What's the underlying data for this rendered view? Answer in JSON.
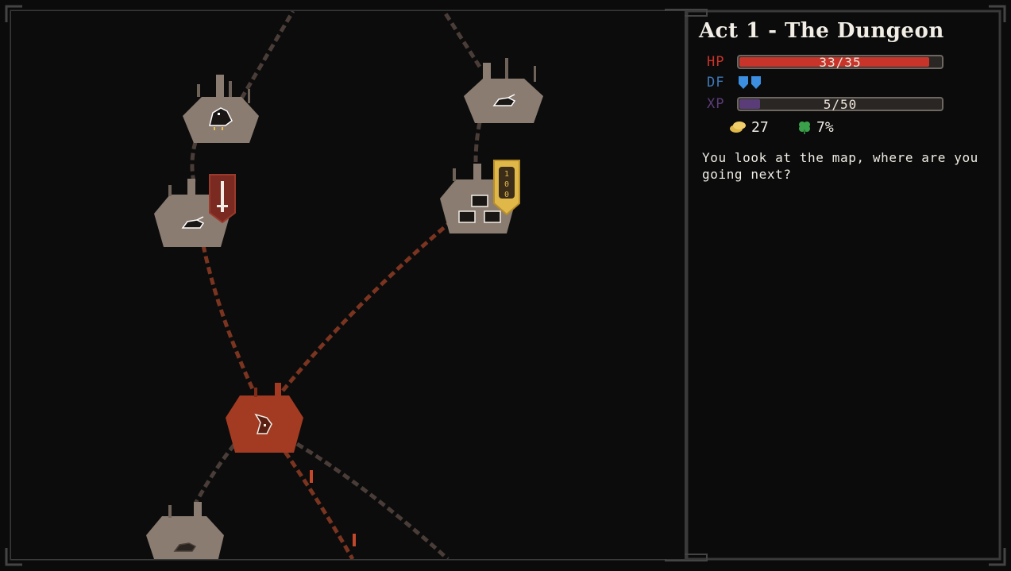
{
  "panel": {
    "title": "Act 1 - The Dungeon",
    "hp": {
      "label": "HP",
      "value": 33,
      "max": 35,
      "text": "33/35",
      "color": "#c9342a",
      "label_color": "#c9342a"
    },
    "df": {
      "label": "DF",
      "shields": 2,
      "color": "#3c8ee0",
      "label_color": "#3f78b8"
    },
    "xp": {
      "label": "XP",
      "value": 5,
      "max": 50,
      "text": "5/50",
      "color": "#5a3d78",
      "label_color": "#5a3d78"
    },
    "gold": {
      "icon": "coin-stack-icon",
      "value": "27"
    },
    "luck": {
      "icon": "clover-icon",
      "value": "7%"
    },
    "message": "You look at the map, where are you going next?"
  },
  "map": {
    "nodes": [
      {
        "id": "crow-enemy",
        "icon": "crow-enemy-icon",
        "state": "available"
      },
      {
        "id": "rat-enemy-top",
        "icon": "rat-enemy-icon",
        "state": "available"
      },
      {
        "id": "rat-enemy-sword",
        "icon": "rat-enemy-icon",
        "state": "available",
        "banner": "sword-icon"
      },
      {
        "id": "chests",
        "icon": "treasure-chests-icon",
        "state": "available",
        "banner": "100"
      },
      {
        "id": "current",
        "icon": "player-character-icon",
        "state": "current"
      },
      {
        "id": "bottom-left",
        "icon": "rat-enemy-icon",
        "state": "available"
      }
    ]
  },
  "colors": {
    "bg": "#0c0c0c",
    "node": "#8b7c72",
    "current": "#a33b22",
    "path": "#4a3d38",
    "path_active": "#8a3a24",
    "gold_banner": "#e0b84a",
    "red_banner": "#7a2a20"
  }
}
